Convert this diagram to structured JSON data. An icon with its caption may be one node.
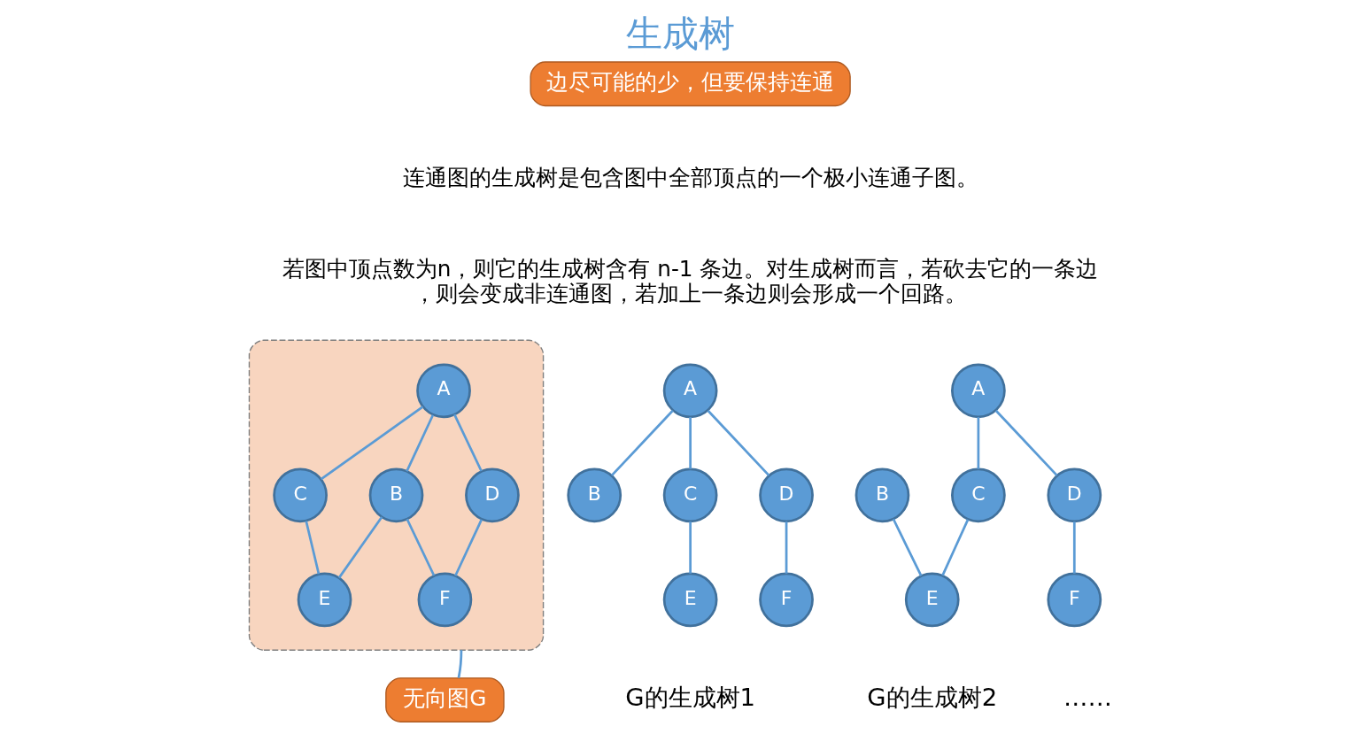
{
  "diagram": {
    "title": "生成树",
    "nodes": [
      {
        "text": [],
        "shape": "box"
      },
      {
        "text": [
          "A"
        ],
        "in": 0
      },
      {
        "text": [
          "B"
        ],
        "in": 0
      },
      {
        "text": [
          "C"
        ],
        "in": 0
      },
      {
        "text": [
          "D"
        ],
        "in": 0
      },
      {
        "text": [
          "E"
        ],
        "in": 0
      },
      {
        "text": [
          "F"
        ],
        "in": 0
      },
      {
        "text": [
          "A"
        ]
      },
      {
        "text": [
          "B"
        ]
      },
      {
        "text": [
          "C"
        ]
      },
      {
        "text": [
          "D"
        ]
      },
      {
        "text": [
          "E"
        ]
      },
      {
        "text": [
          "F"
        ]
      },
      {
        "text": [
          "A"
        ]
      },
      {
        "text": [
          "B"
        ]
      },
      {
        "text": [
          "C"
        ]
      },
      {
        "text": [
          "D"
        ]
      },
      {
        "text": [
          "E"
        ]
      },
      {
        "text": [
          "F"
        ]
      },
      {
        "text": [
          "边尽可能的少，但要保持连通"
        ]
      },
      {
        "text": [
          "无向图G"
        ]
      }
    ],
    "edges": [
      {
        "from": 1,
        "to": 2,
        "arrow": "none"
      },
      {
        "from": 1,
        "to": 3,
        "arrow": "none"
      },
      {
        "from": 1,
        "to": 4,
        "arrow": "none"
      },
      {
        "from": 2,
        "to": 5,
        "arrow": "none"
      },
      {
        "from": 2,
        "to": 6,
        "arrow": "none"
      },
      {
        "from": 3,
        "to": 5,
        "arrow": "none"
      },
      {
        "from": 4,
        "to": 6,
        "arrow": "none"
      },
      {
        "from": 7,
        "to": 8,
        "arrow": "none"
      },
      {
        "from": 7,
        "to": 9,
        "arrow": "none"
      },
      {
        "from": 7,
        "to": 10,
        "arrow": "none"
      },
      {
        "from": 9,
        "to": 11,
        "arrow": "none"
      },
      {
        "from": 10,
        "to": 12,
        "arrow": "none"
      },
      {
        "from": 13,
        "to": 15,
        "arrow": "none"
      },
      {
        "from": 13,
        "to": 16,
        "arrow": "none"
      },
      {
        "from": 14,
        "to": 17,
        "arrow": "none"
      },
      {
        "from": 15,
        "to": 17,
        "arrow": "none"
      },
      {
        "from": 16,
        "to": 18,
        "arrow": "none"
      },
      {
        "from": 20,
        "to": 0,
        "arrow": "none"
      }
    ],
    "labels": [
      "连通图的生成树是包含图中全部顶点的一个极小连通子图。",
      "若图中顶点数为n，则它的生成树含有 n-1 条边。对生成树而言，若砍去它的一条边，则会变成非连通图，若加上一条边则会形成一个回路。",
      "G的生成树1",
      "G的生成树2",
      "……"
    ]
  }
}
